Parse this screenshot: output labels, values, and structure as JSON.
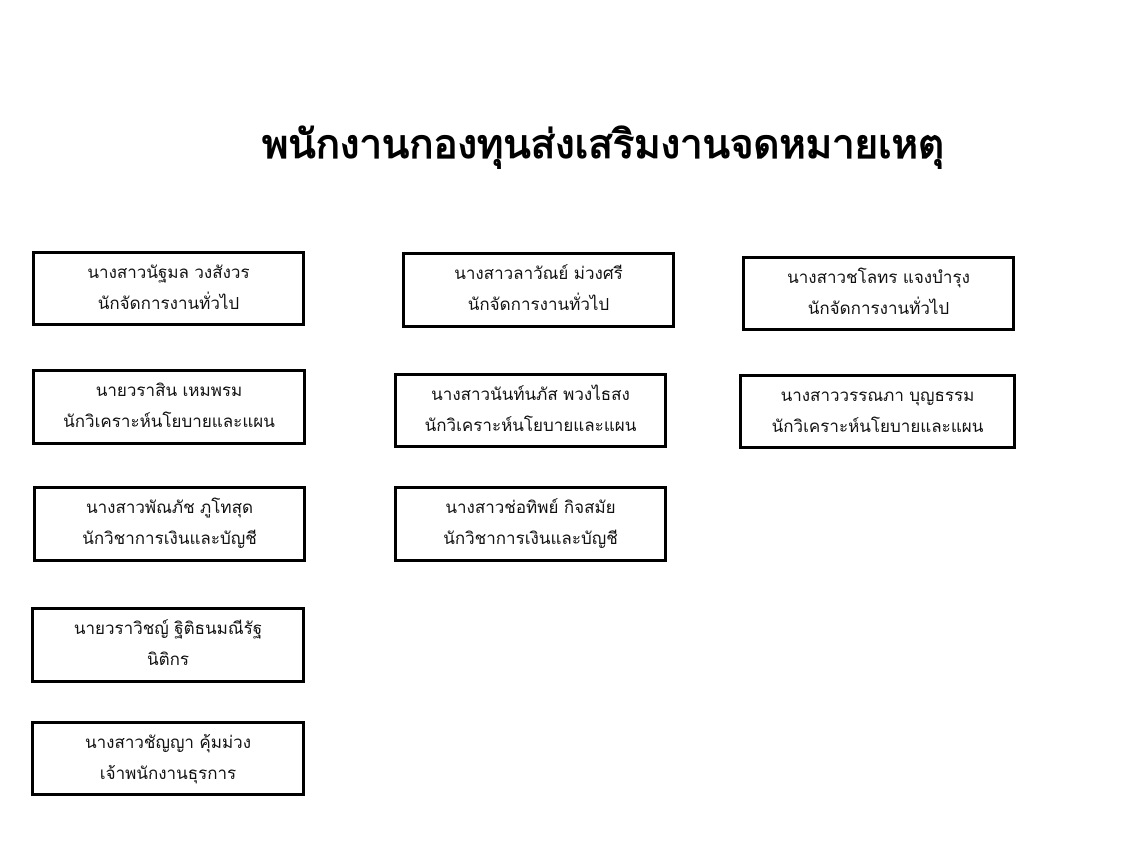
{
  "title": "พนักงานกองทุนส่งเสริมงานจดหมายเหตุ",
  "staff": [
    {
      "name": "นางสาวนัฐมล วงสังวร",
      "position": "นักจัดการงานทั่วไป"
    },
    {
      "name": "นายวราสิน เหมพรม",
      "position": "นักวิเคราะห์นโยบายและแผน"
    },
    {
      "name": "นางสาวพัณภัช ภูโทสุด",
      "position": "นักวิชาการเงินและบัญชี"
    },
    {
      "name": "นายวราวิชญ์ ฐิติธนมณีรัฐ",
      "position": "นิติกร"
    },
    {
      "name": "นางสาวชัญญา คุ้มม่วง",
      "position": "เจ้าพนักงานธุรการ"
    },
    {
      "name": "นางสาวลาวัณย์ ม่วงศรี",
      "position": "นักจัดการงานทั่วไป"
    },
    {
      "name": "นางสาวนันท์นภัส พวงไธสง",
      "position": "นักวิเคราะห์นโยบายและแผน"
    },
    {
      "name": "นางสาวช่อทิพย์ กิจสมัย",
      "position": "นักวิชาการเงินและบัญชี"
    },
    {
      "name": "นางสาวชโลทร แจงบำรุง",
      "position": "นักจัดการงานทั่วไป"
    },
    {
      "name": "นางสาววรรณภา บุญธรรม",
      "position": "นักวิเคราะห์นโยบายและแผน"
    }
  ]
}
